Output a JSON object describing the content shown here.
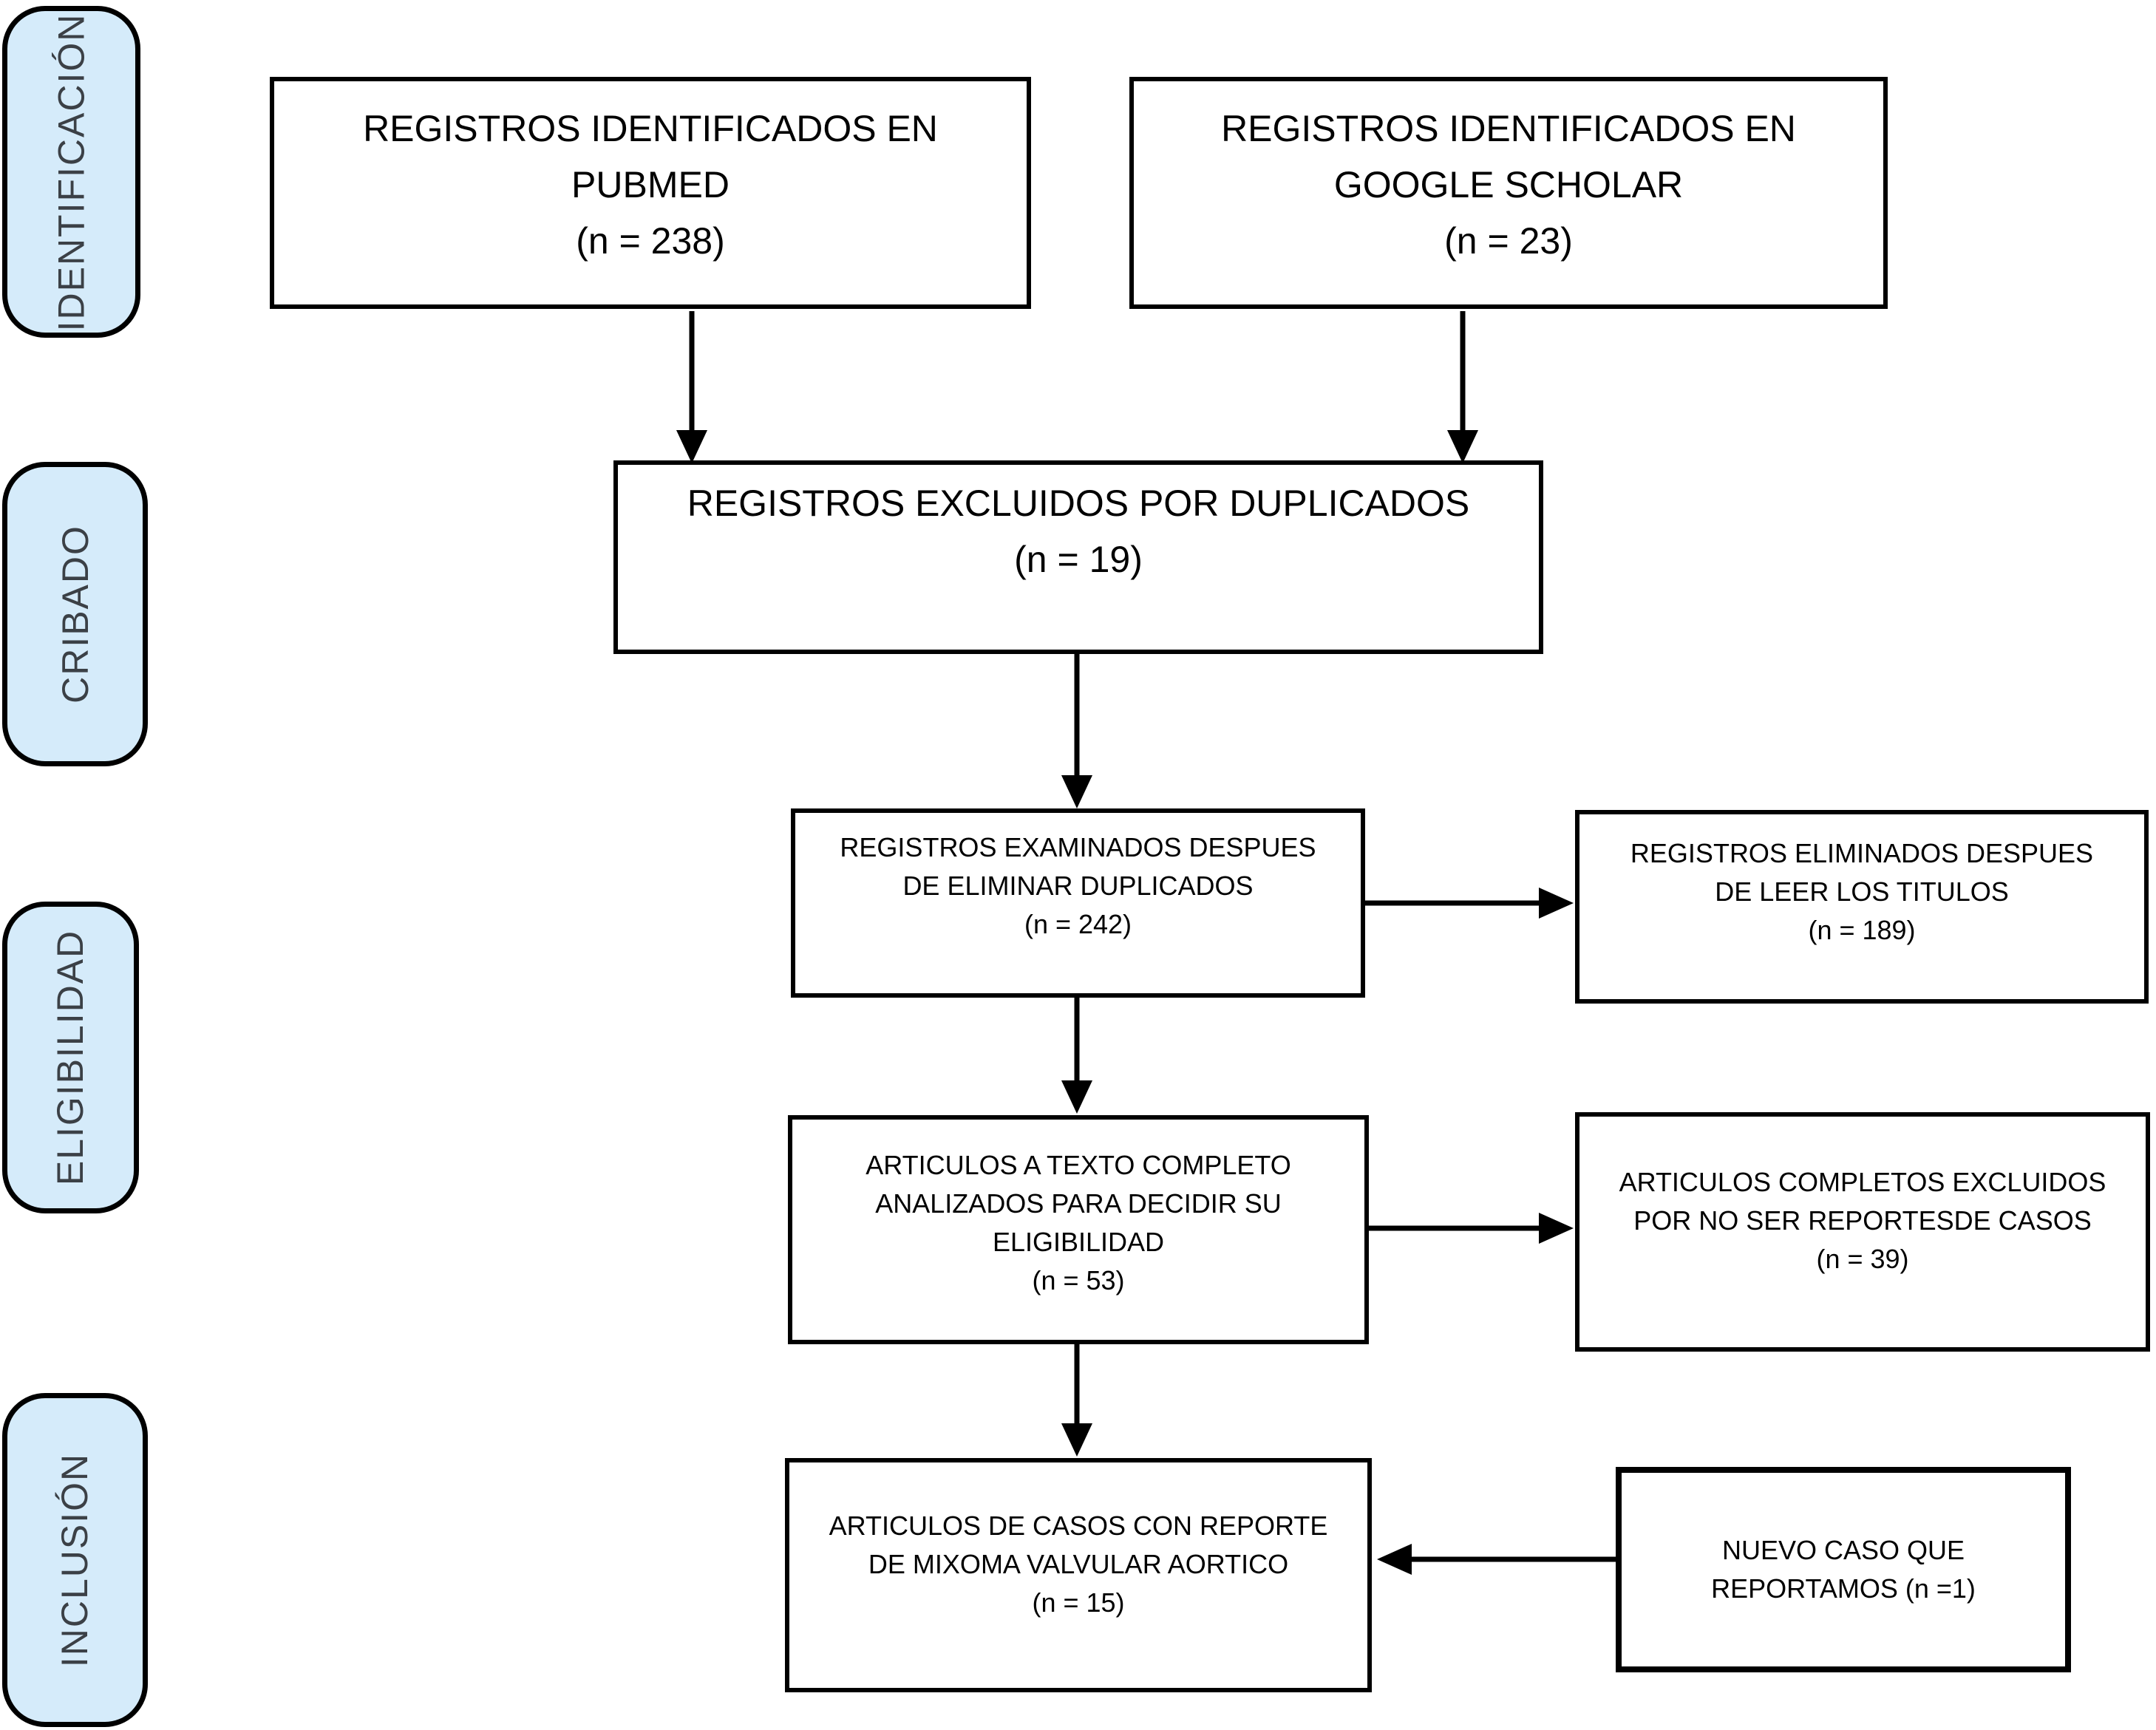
{
  "diagram": {
    "type": "prisma-flowchart",
    "language": "es"
  },
  "colors": {
    "stage_fill": "#d5ebfa",
    "stage_border": "#000000",
    "stage_text": "#3b4046",
    "box_fill": "#ffffff",
    "box_border": "#000000",
    "box_text": "#000000",
    "arrow": "#000000",
    "background": "#ffffff"
  },
  "stages": {
    "identificacion": {
      "label": "IDENTIFICACIÓN"
    },
    "cribado": {
      "label": "CRIBADO"
    },
    "eligibilidad": {
      "label": "ELIGIBILIDAD"
    },
    "inclusion": {
      "label": "INCLUSIÓN"
    }
  },
  "boxes": {
    "pubmed": {
      "line1": "REGISTROS IDENTIFICADOS EN",
      "line2": "PUBMED",
      "line3": "(n = 238)",
      "n": 238
    },
    "google": {
      "line1": "REGISTROS IDENTIFICADOS EN",
      "line2": "GOOGLE SCHOLAR",
      "line3": "(n = 23)",
      "n": 23
    },
    "duplicados": {
      "line1": "REGISTROS EXCLUIDOS POR DUPLICADOS",
      "line2": "(n = 19)",
      "n": 19
    },
    "examinados": {
      "line1": "REGISTROS EXAMINADOS DESPUES",
      "line2": "DE ELIMINAR DUPLICADOS",
      "line3": "(n = 242)",
      "n": 242
    },
    "eliminados": {
      "line1": "REGISTROS ELIMINADOS DESPUES",
      "line2": "DE LEER LOS TITULOS",
      "line3": "(n = 189)",
      "n": 189
    },
    "texto_completo": {
      "line1": "ARTICULOS A TEXTO COMPLETO",
      "line2": "ANALIZADOS PARA DECIDIR SU",
      "line3": "ELIGIBILIDAD",
      "line4": "(n = 53)",
      "n": 53
    },
    "excluidos_completos": {
      "line1": "ARTICULOS COMPLETOS EXCLUIDOS",
      "line2": "POR NO SER REPORTESDE CASOS",
      "line3": "(n = 39)",
      "n": 39
    },
    "mixoma": {
      "line1": "ARTICULOS DE CASOS CON REPORTE",
      "line2": "DE MIXOMA VALVULAR AORTICO",
      "line3": "(n = 15)",
      "n": 15
    },
    "nuevo_caso": {
      "line1": "NUEVO CASO QUE",
      "line2": "REPORTAMOS (n =1)",
      "n": 1
    }
  }
}
